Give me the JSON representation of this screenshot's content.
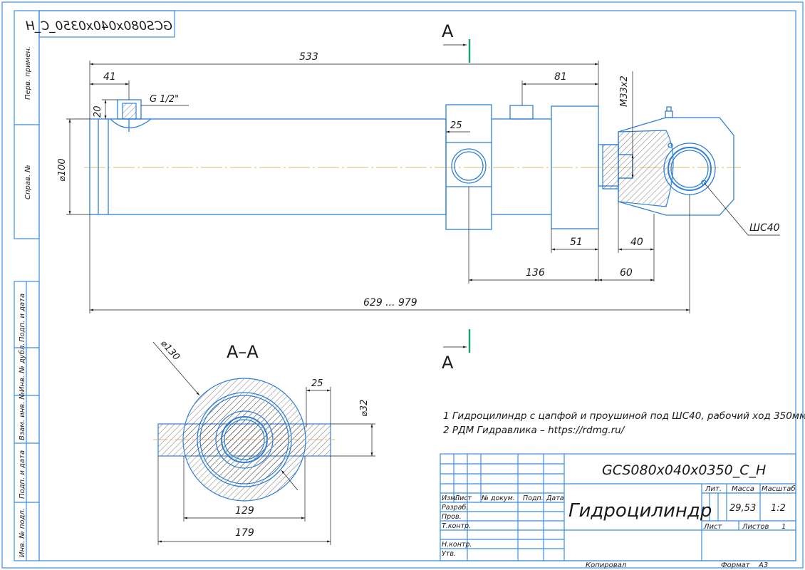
{
  "stamp_top": "GCS080x040x0350_C_H",
  "section_marks": {
    "top": "А",
    "bottom": "А"
  },
  "section_title": "А–А",
  "dimensions": {
    "d533": "533",
    "d41": "41",
    "d81": "81",
    "d20": "20",
    "g12": "G 1/2\"",
    "m33": "M33x2",
    "d25": "25",
    "d100": "⌀100",
    "d51": "51",
    "d40": "40",
    "d136": "136",
    "d60": "60",
    "stroke_range": "629 ... 979",
    "sc40": "ШС40"
  },
  "section_dimensions": {
    "d130": "⌀130",
    "d25": "25",
    "d32": "⌀32",
    "d129": "129",
    "d179": "179"
  },
  "notes": [
    "1 Гидроцилиндр с цапфой и проушиной под ШС40, рабочий ход 350мм",
    "2 РДМ Гидравлика – https://rdmg.ru/"
  ],
  "title_block": {
    "designation": "GCS080x040x0350_C_H",
    "name": "Гидроцилиндр",
    "col_izm": "Изм.",
    "col_list": "Лист",
    "col_doc": "№ докум.",
    "col_sign": "Подп.",
    "col_date": "Дата",
    "row_razrab": "Разраб.",
    "row_prov": "Пров.",
    "row_tkontr": "Т.контр.",
    "row_nkontr": "Н.контр.",
    "row_utv": "Утв.",
    "lit": "Лит.",
    "mass_label": "Масса",
    "scale_label": "Масштаб",
    "mass": "29,53",
    "scale": "1:2",
    "sheet": "Лист",
    "sheets": "Листов",
    "sheets_count": "1"
  },
  "footer": {
    "copied": "Копировал",
    "format_label": "Формат",
    "format": "А3"
  },
  "side_labels": {
    "perv": "Перв. примен.",
    "sprav": "Справ. №",
    "podp1": "Подп. и дата",
    "inv_dubl": "Инв. № дубл.",
    "vzam": "Взам. инв. №",
    "podp2": "Подп. и дата",
    "inv_podl": "Инв. № подл."
  },
  "colors": {
    "outline": "#2f7fd6",
    "frame": "#3b8ee0",
    "section_mark": "#17a07a",
    "axis": "#d8a24a"
  }
}
